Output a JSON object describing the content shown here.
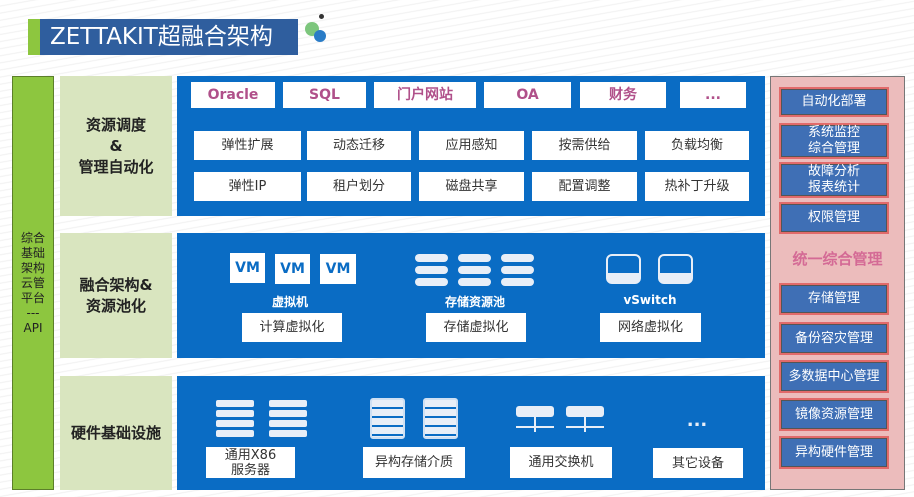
{
  "title": "ZETTAKIT超融合架构",
  "left_column": "综合\n基础\n架构\n云管\n平台\n---\nAPI",
  "rows": [
    {
      "label": "资源调度\n&\n管理自动化"
    },
    {
      "label": "融合架构&\n资源池化"
    },
    {
      "label": "硬件基础设施"
    }
  ],
  "apps": [
    "Oracle",
    "SQL",
    "门户网站",
    "OA",
    "财务",
    "..."
  ],
  "features_row1": [
    "弹性扩展",
    "动态迁移",
    "应用感知",
    "按需供给",
    "负载均衡"
  ],
  "features_row2": [
    "弹性IP",
    "租户划分",
    "磁盘共享",
    "配置调整",
    "热补丁升级"
  ],
  "virtualization": {
    "vm_label": "VM",
    "compute_caption": "虚拟机",
    "compute_button": "计算虚拟化",
    "storage_caption": "存储资源池",
    "storage_button": "存储虚拟化",
    "network_caption": "vSwitch",
    "network_button": "网络虚拟化"
  },
  "hardware": [
    "通用X86\n服务器",
    "异构存储介质",
    "通用交换机",
    "其它设备"
  ],
  "hardware_more": "...",
  "management": {
    "top": [
      "自动化部署",
      "系统监控\n综合管理",
      "故障分析\n报表统计",
      "权限管理"
    ],
    "title": "统一综合管理",
    "bottom": [
      "存储管理",
      "备份容灾管理",
      "多数据中心管理",
      "镜像资源管理",
      "异构硬件管理"
    ]
  }
}
